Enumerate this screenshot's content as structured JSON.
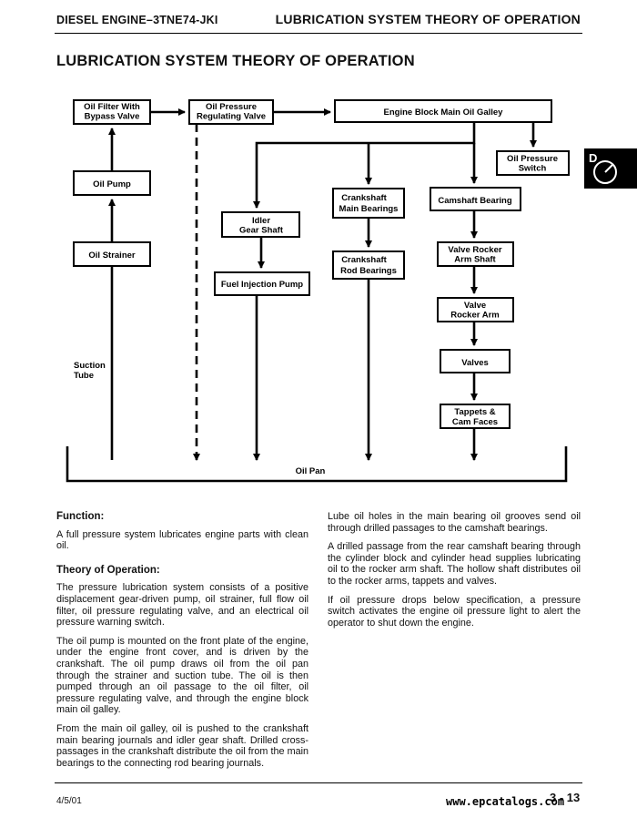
{
  "header": {
    "left": "DIESEL ENGINE–3TNE74-JKI",
    "right": "LUBRICATION SYSTEM THEORY OF OPERATION"
  },
  "page_title": "LUBRICATION SYSTEM THEORY OF OPERATION",
  "tab_label": "D",
  "diagram": {
    "oil_filter": [
      "Oil Filter With",
      "Bypass Valve"
    ],
    "oil_pressure_valve": [
      "Oil Pressure",
      "Regulating Valve"
    ],
    "main_gallery": "Engine Block Main Oil Galley",
    "pressure_switch": [
      "Oil Pressure",
      "Switch"
    ],
    "oil_pump": "Oil Pump",
    "oil_strainer": "Oil Strainer",
    "suction_tube": [
      "Suction",
      "Tube"
    ],
    "idler_gear": [
      "Idler",
      "Gear Shaft"
    ],
    "fuel_pump": "Fuel Injection Pump",
    "crank_main": [
      "Crankshaft",
      "Main Bearings"
    ],
    "crank_rod": [
      "Crankshaft",
      "Rod Bearings"
    ],
    "camshaft": "Camshaft Bearing",
    "rocker_shaft": [
      "Valve Rocker",
      "Arm Shaft"
    ],
    "rocker_arm": [
      "Valve",
      "Rocker Arm"
    ],
    "valves": "Valves",
    "tappets": [
      "Tappets &",
      "Cam Faces"
    ],
    "oil_pan": "Oil Pan"
  },
  "text": {
    "function_heading": "Function:",
    "function_body": "A full pressure system lubricates engine parts with clean oil.",
    "theory_heading": "Theory of Operation:",
    "left_p1": "The pressure lubrication system consists of a positive displacement gear-driven pump, oil strainer, full flow oil filter, oil pressure regulating valve, and an electrical oil pressure warning switch.",
    "left_p2": "The oil pump is mounted on the front plate of the engine, under the engine front cover, and is driven by the crankshaft. The oil pump draws oil from the oil pan through the strainer and suction tube. The oil is then pumped through an oil passage to the oil filter, oil pressure regulating valve, and through the engine block main oil galley.",
    "left_p3": "From the main oil galley, oil is pushed to the crankshaft main bearing journals and idler gear shaft. Drilled cross-passages in the crankshaft distribute the oil from the main bearings to the connecting rod bearing journals.",
    "right_p1": "Lube oil holes in the main bearing oil grooves send oil through drilled passages to the camshaft bearings.",
    "right_p2": "A drilled passage from the rear camshaft bearing through the cylinder block and cylinder head supplies lubricating oil to the rocker arm shaft. The hollow shaft distributes oil to the rocker arms, tappets and valves.",
    "right_p3": "If oil pressure drops below specification, a pressure switch activates the engine oil pressure light to alert the operator to shut down the engine."
  },
  "footer": {
    "date": "4/5/01",
    "page": "3 - 13",
    "watermark": "www.epcatalogs.com"
  }
}
